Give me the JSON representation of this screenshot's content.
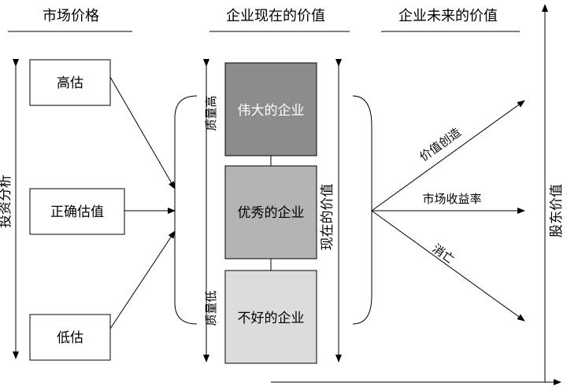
{
  "headers": {
    "market_price": "市场价格",
    "present_value": "企业现在的价值",
    "future_value": "企业未来的价值"
  },
  "valuation": {
    "high": "高估",
    "fair": "正确估值",
    "low": "低估"
  },
  "companies": {
    "great": "伟大的企业",
    "excellent": "优秀的企业",
    "poor": "不好的企业"
  },
  "quality": {
    "high": "质量高",
    "low": "质量低"
  },
  "axes": {
    "investment_analysis": "投资分析",
    "present_value_axis": "现在的价值",
    "shareholder_value": "股东价值"
  },
  "outcomes": {
    "value_creation": "价值创造",
    "market_return": "市场收益率",
    "destruction": "消亡"
  },
  "colors": {
    "great_fill": "#8c8c8c",
    "excellent_fill": "#b4b4b4",
    "poor_fill": "#dcdcdc",
    "stroke": "#000000"
  }
}
